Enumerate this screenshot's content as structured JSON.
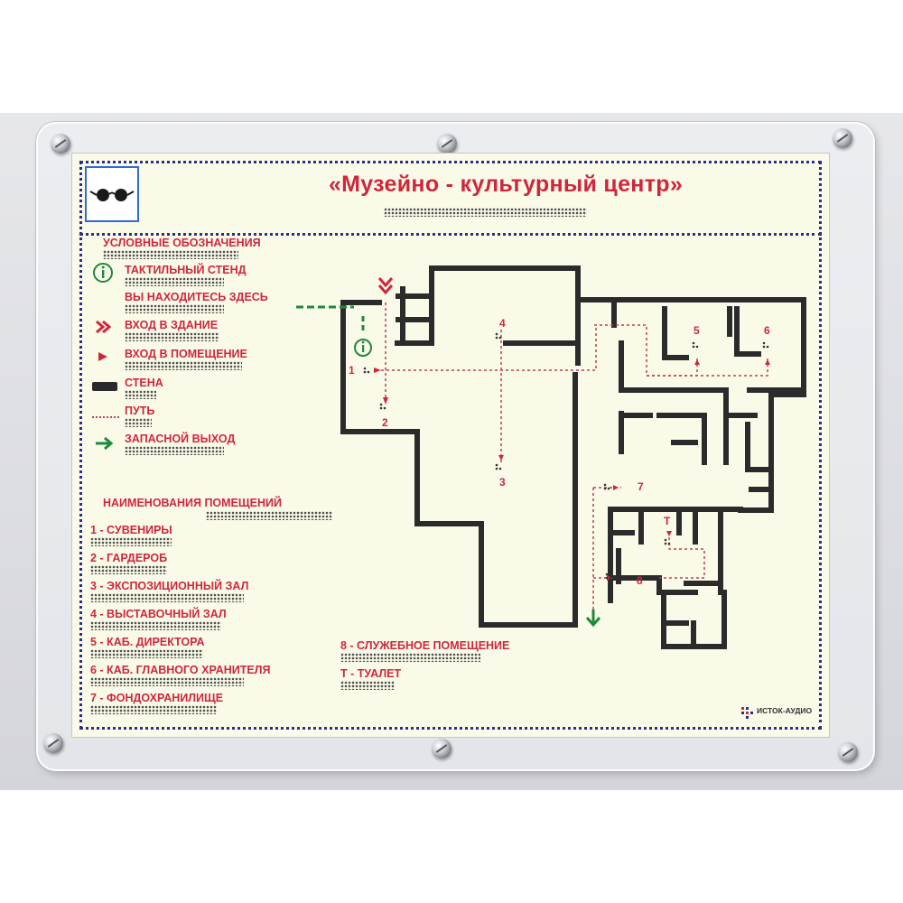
{
  "title": "«Музейно - культурный центр»",
  "legend": {
    "heading": "УСЛОВНЫЕ ОБОЗНАЧЕНИЯ",
    "items": [
      {
        "label": "ТАКТИЛЬНЫЙ СТЕНД",
        "icon": "info-stand-icon"
      },
      {
        "label": "ВЫ НАХОДИТЕСЬ ЗДЕСЬ",
        "icon": "you-are-here-icon"
      },
      {
        "label": "ВХОД В ЗДАНИЕ",
        "icon": "building-entrance-icon"
      },
      {
        "label": "ВХОД В ПОМЕЩЕНИЕ",
        "icon": "room-entrance-icon"
      },
      {
        "label": "СТЕНА",
        "icon": "wall-icon"
      },
      {
        "label": "ПУТЬ",
        "icon": "path-icon"
      },
      {
        "label": "ЗАПАСНОЙ ВЫХОД",
        "icon": "emergency-exit-icon"
      }
    ]
  },
  "rooms": {
    "heading": "НАИМЕНОВАНИЯ ПОМЕЩЕНИЙ",
    "left": [
      "1 - СУВЕНИРЫ",
      "2 - ГАРДЕРОБ",
      "3 - ЭКСПОЗИЦИОННЫЙ ЗАЛ",
      "4 - ВЫСТАВОЧНЫЙ ЗАЛ",
      "5 - КАБ. ДИРЕКТОРА",
      "6 - КАБ. ГЛАВНОГО ХРАНИТЕЛЯ",
      "7 - ФОНДОХРАНИЛИЩЕ"
    ],
    "right": [
      "8 - СЛУЖЕБНОЕ ПОМЕЩЕНИЕ",
      "Т - ТУАЛЕТ"
    ]
  },
  "map_labels": {
    "r1": "1",
    "r2": "2",
    "r3": "3",
    "r4": "4",
    "r5": "5",
    "r6": "6",
    "r7": "7",
    "r8": "8",
    "t": "Т"
  },
  "logo": {
    "name": "ИСТОК-АУДИО"
  },
  "colors": {
    "accent_red": "#d0263b",
    "border_blue": "#2b2e8c",
    "exit_green": "#1e8a3a",
    "wall": "#2b2b2b",
    "board": "#fafae9"
  }
}
